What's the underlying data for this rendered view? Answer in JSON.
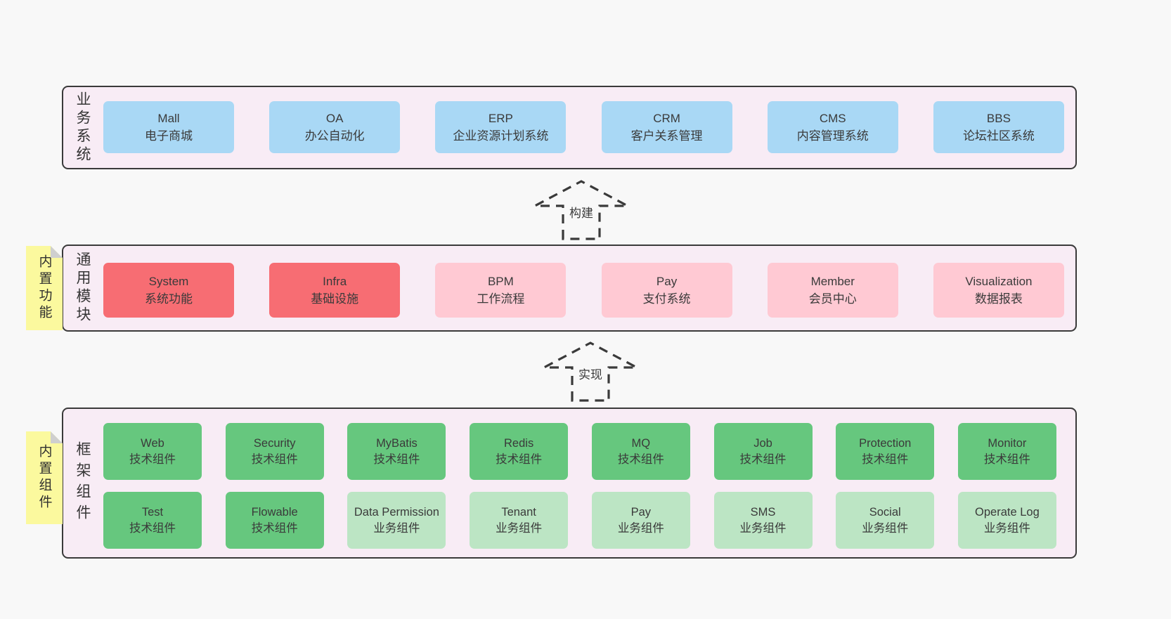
{
  "colors": {
    "page_bg": "#f8f8f8",
    "container_bg": "#f8ecf5",
    "border": "#3a3a3a",
    "text": "#3d3d3d",
    "blue": "#a9d8f5",
    "red": "#f76d73",
    "pink": "#ffc9d3",
    "green": "#66c77e",
    "light_green": "#bce5c4",
    "note_yellow": "#fbf99e",
    "note_fold": "#cfcfcf",
    "arrow": "#3a3a3a"
  },
  "layers": [
    {
      "id": "business",
      "side_label": "业务系统",
      "rows": [
        [
          {
            "title": "Mall",
            "subtitle": "电子商城",
            "variant": "blue"
          },
          {
            "title": "OA",
            "subtitle": "办公自动化",
            "variant": "blue"
          },
          {
            "title": "ERP",
            "subtitle": "企业资源计划系统",
            "variant": "blue"
          },
          {
            "title": "CRM",
            "subtitle": "客户关系管理",
            "variant": "blue"
          },
          {
            "title": "CMS",
            "subtitle": "内容管理系统",
            "variant": "blue"
          },
          {
            "title": "BBS",
            "subtitle": "论坛社区系统",
            "variant": "blue"
          }
        ]
      ]
    },
    {
      "id": "modules",
      "side_label": "通用模块",
      "note": "内置功能",
      "rows": [
        [
          {
            "title": "System",
            "subtitle": "系统功能",
            "variant": "red"
          },
          {
            "title": "Infra",
            "subtitle": "基础设施",
            "variant": "red"
          },
          {
            "title": "BPM",
            "subtitle": "工作流程",
            "variant": "pink"
          },
          {
            "title": "Pay",
            "subtitle": "支付系统",
            "variant": "pink"
          },
          {
            "title": "Member",
            "subtitle": "会员中心",
            "variant": "pink"
          },
          {
            "title": "Visualization",
            "subtitle": "数据报表",
            "variant": "pink"
          }
        ]
      ]
    },
    {
      "id": "components",
      "side_label": "框架组件",
      "note": "内置组件",
      "rows": [
        [
          {
            "title": "Web",
            "subtitle": "技术组件",
            "variant": "green"
          },
          {
            "title": "Security",
            "subtitle": "技术组件",
            "variant": "green"
          },
          {
            "title": "MyBatis",
            "subtitle": "技术组件",
            "variant": "green"
          },
          {
            "title": "Redis",
            "subtitle": "技术组件",
            "variant": "green"
          },
          {
            "title": "MQ",
            "subtitle": "技术组件",
            "variant": "green"
          },
          {
            "title": "Job",
            "subtitle": "技术组件",
            "variant": "green"
          },
          {
            "title": "Protection",
            "subtitle": "技术组件",
            "variant": "green"
          },
          {
            "title": "Monitor",
            "subtitle": "技术组件",
            "variant": "green"
          }
        ],
        [
          {
            "title": "Test",
            "subtitle": "技术组件",
            "variant": "green"
          },
          {
            "title": "Flowable",
            "subtitle": "技术组件",
            "variant": "green"
          },
          {
            "title": "Data Permission",
            "subtitle": "业务组件",
            "variant": "light_green"
          },
          {
            "title": "Tenant",
            "subtitle": "业务组件",
            "variant": "light_green"
          },
          {
            "title": "Pay",
            "subtitle": "业务组件",
            "variant": "light_green"
          },
          {
            "title": "SMS",
            "subtitle": "业务组件",
            "variant": "light_green"
          },
          {
            "title": "Social",
            "subtitle": "业务组件",
            "variant": "light_green"
          },
          {
            "title": "Operate Log",
            "subtitle": "业务组件",
            "variant": "light_green"
          }
        ]
      ]
    }
  ],
  "arrows": [
    {
      "label": "构建"
    },
    {
      "label": "实现"
    }
  ]
}
